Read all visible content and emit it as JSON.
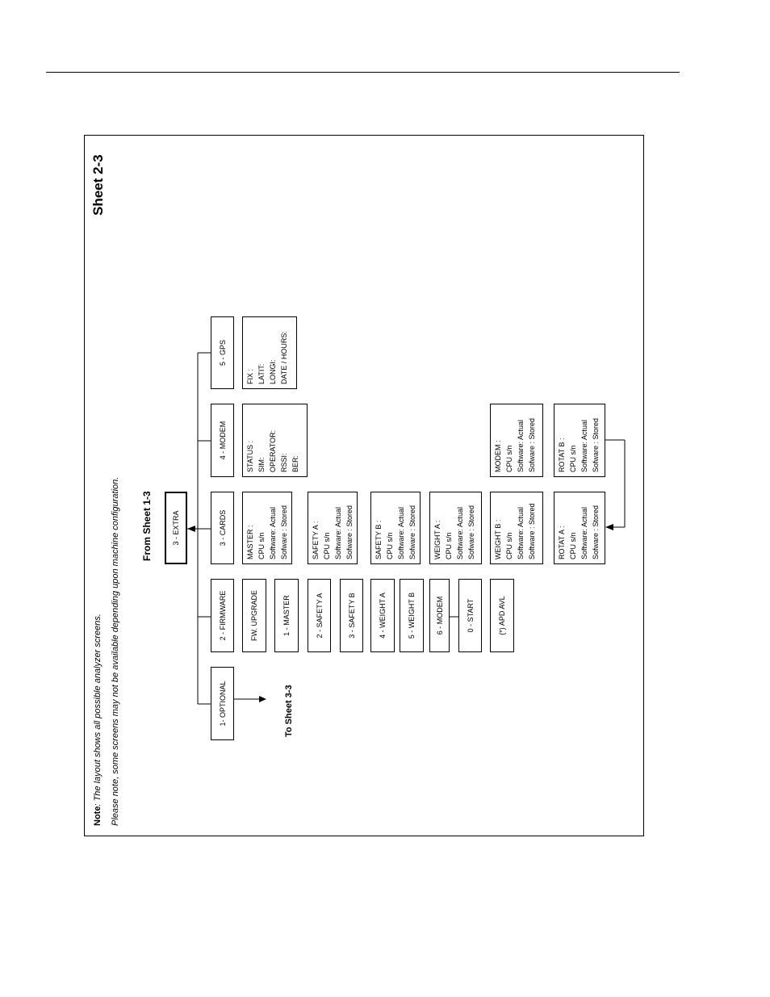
{
  "sheet_title": "Sheet 2-3",
  "from_label": "From Sheet 1-3",
  "to_label": "To Sheet 3-3",
  "note": {
    "prefix": "Note",
    "line1": ": The layout shows all possible analyzer screens.",
    "line2": "Please note, some screens may not be available depending upon machine configuration."
  },
  "nodes": {
    "extra": "3 - EXTRA",
    "optional": "1- OPTIONAL",
    "firmware": "2 - FIRMWARE",
    "cards": "3 - CARDS",
    "modem": "4 - MODEM",
    "gps": "5 - GPS",
    "fw_upgrade": "FW. UPGRADE",
    "fw_master": "1 - MASTER",
    "fw_safety_a": "2 - SAFETY A",
    "fw_safety_b": "3 - SAFETY B",
    "fw_weight_a": "4 - WEIGHT A",
    "fw_weight_b": "5 - WEIGHT B",
    "fw_modem": "6 - MODEM",
    "fw_start": "0 - START",
    "fw_apd": "(*) APD AVL"
  },
  "cards_master": [
    "MASTER :",
    "CPU s/n",
    "Software: Actual",
    "Sofware : Stored"
  ],
  "cards_safety_a": [
    "SAFETY  A   :",
    "CPU s/n",
    "Software: Actual",
    "Sofware : Stored"
  ],
  "cards_safety_b": [
    "SAFETY  B   :",
    "CPU s/n",
    "Software: Actual",
    "Sofware : Stored"
  ],
  "cards_weight_a": [
    "WEIGHT A :",
    "CPU s/n",
    "Software: Actual",
    "Sofware : Stored"
  ],
  "cards_weight_b": "WEIGHT B :    CPU s/n     Software: Actual Software : Stored",
  "cards_rotat_a": [
    "ROTAT   A  :",
    "CPU s/n",
    "Software: Actual",
    "Sofware : Stored"
  ],
  "cards_modem": [
    "MODEM :",
    "CPU s/n",
    "Software: Actual",
    "Sofware : Stored"
  ],
  "cards_rotat_b": [
    "ROTAT   B  :",
    "CPU s/n",
    "Software: Actual",
    "Sofware : Stored"
  ],
  "modem_status": [
    "STATUS :",
    "SIM:",
    "OPERATOR:",
    "RSSI:",
    "BER:"
  ],
  "gps_info": [
    "FIX :",
    "LATIT:",
    "LONGI:",
    "DATE / HOURS:"
  ]
}
